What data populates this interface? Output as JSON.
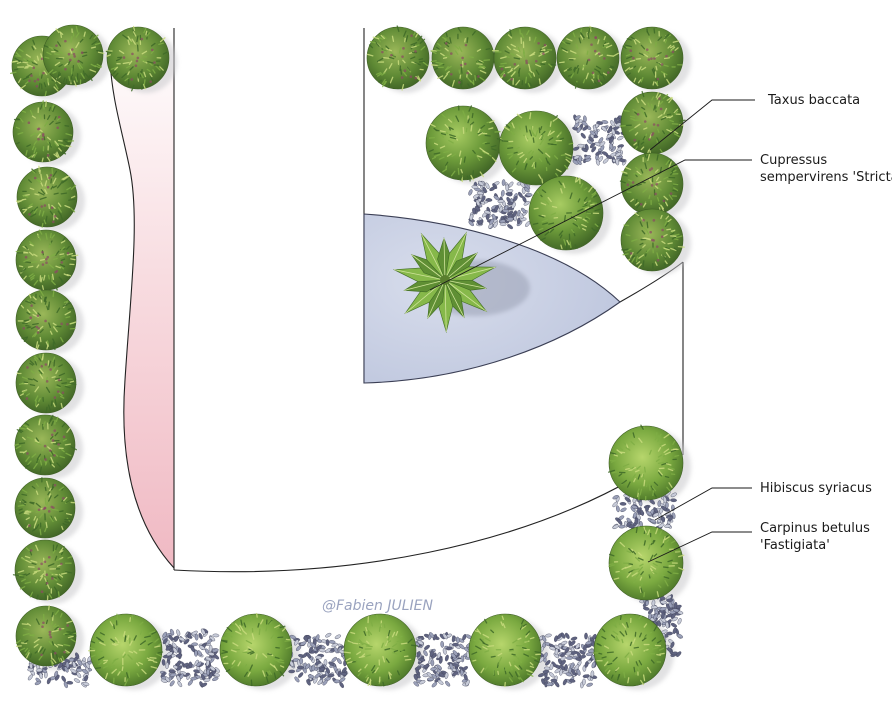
{
  "title": "Garden planting plan",
  "credit": "@Fabien JULIEN",
  "labels": {
    "taxus": "Taxus baccata",
    "cupressus_1": "Cupressus",
    "cupressus_2": "sempervirens 'Stricta'",
    "hibiscus": "Hibiscus syriacus",
    "carpinus_1": "Carpinus betulus",
    "carpinus_2": "'Fastigiata'"
  },
  "colors": {
    "shrub_dark": "#4f7a2e",
    "shrub_light": "#9cc25a",
    "bush_grey": "#7c819c",
    "pool_blue": "#c9d0e4",
    "pink_bed": "#f2c4cc",
    "palm": "#6fa33c"
  },
  "legend": [
    {
      "name": "Taxus baccata",
      "icon": "taxus-shrub-icon"
    },
    {
      "name": "Cupressus sempervirens 'Stricta'",
      "icon": "cupressus-icon"
    },
    {
      "name": "Hibiscus syriacus",
      "icon": "hibiscus-icon"
    },
    {
      "name": "Carpinus betulus 'Fastigiata'",
      "icon": "carpinus-icon"
    }
  ]
}
